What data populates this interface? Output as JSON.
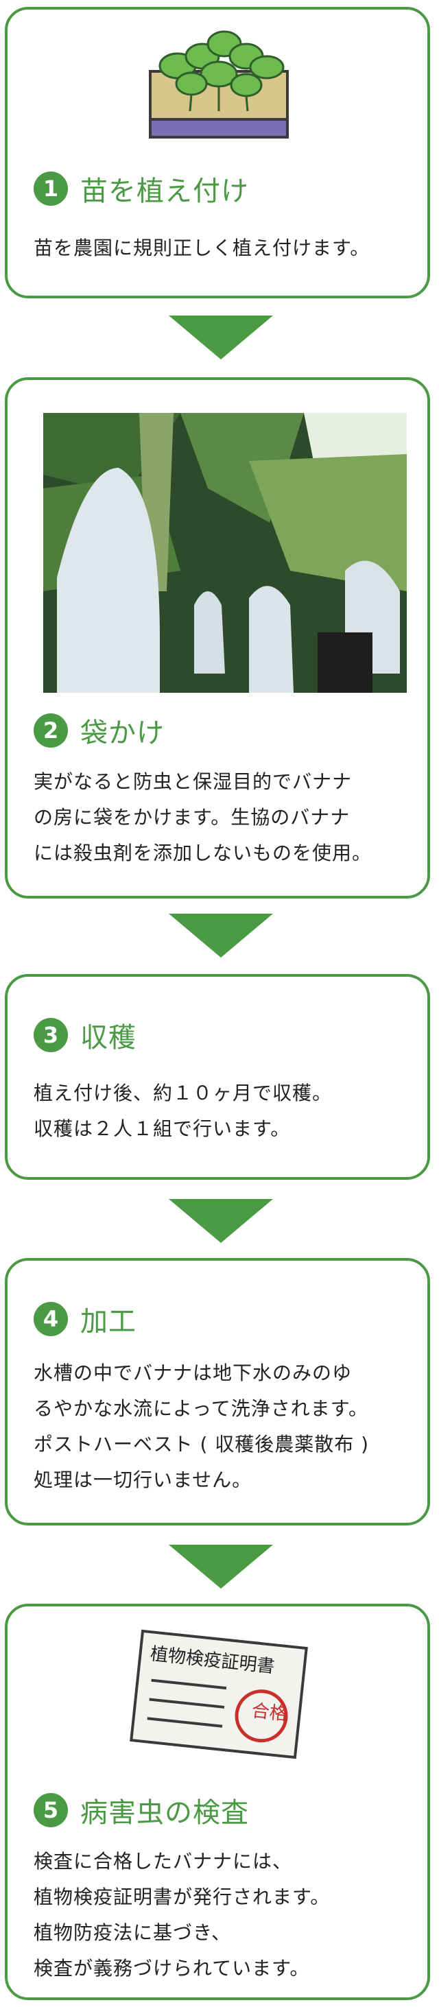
{
  "steps": [
    {
      "num": "1",
      "title": "苗を植え付け",
      "desc": [
        "苗を農園に規則正しく植え付けます。"
      ]
    },
    {
      "num": "2",
      "title": "袋かけ",
      "desc": [
        "実がなると防虫と保湿目的でバナナ",
        "の房に袋をかけます。生協のバナナ",
        "には殺虫剤を添加しないものを使用。"
      ]
    },
    {
      "num": "3",
      "title": "収穫",
      "desc": [
        "植え付け後、約１０ヶ月で収穫。",
        "収穫は２人１組で行います。"
      ]
    },
    {
      "num": "4",
      "title": "加工",
      "desc": [
        "水槽の中でバナナは地下水のみのゆ",
        "るやかな水流によって洗浄されます。",
        "ポストハーベスト ( 収穫後農薬散布 )",
        "処理は一切行いません。"
      ]
    },
    {
      "num": "5",
      "title": "病害虫の検査",
      "desc": [
        "検査に合格したバナナには、",
        "植物検疫証明書が発行されます。",
        "植物防疫法に基づき、",
        "検査が義務づけられています。"
      ]
    }
  ],
  "certificate": {
    "heading": "植物検疫証明書",
    "stamp": "合格"
  },
  "colors": {
    "accent": "#4a9a44",
    "text": "#222222",
    "stamp": "#c8302c"
  },
  "icons": [
    "seedling-tray-icon",
    "banana-bag-photo",
    "certificate-icon",
    "arrow-down-icon"
  ]
}
